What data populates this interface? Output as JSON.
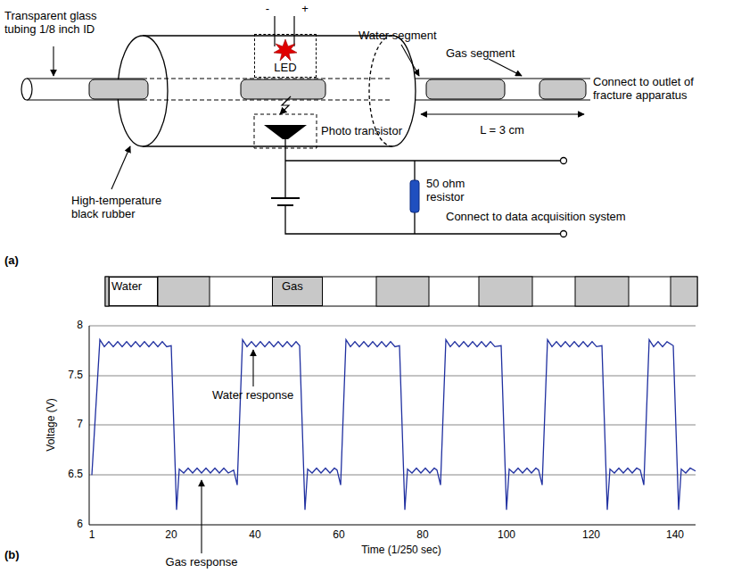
{
  "diagram": {
    "nodes": [
      {
        "text": [
          "LED"
        ]
      },
      {
        "text": [
          "Water"
        ]
      },
      {
        "text": [
          "Gas"
        ]
      }
    ],
    "labels": [
      "Transparent glass tubing 1/8 inch ID",
      "-",
      "+",
      "Water segment",
      "Gas segment",
      "Connect to outlet of fracture apparatus",
      "L = 3 cm",
      "Photo transistor",
      "High-temperature black rubber",
      "50 ohm resistor",
      "Connect to data acquisition system",
      "(a)",
      "8",
      "7.5",
      "7",
      "6.5",
      "6",
      "Voltage (V)",
      "1",
      "20",
      "40",
      "60",
      "80",
      "100",
      "120",
      "140",
      "Time (1/250 sec)",
      "Water response",
      "Gas response",
      "(b)"
    ]
  }
}
